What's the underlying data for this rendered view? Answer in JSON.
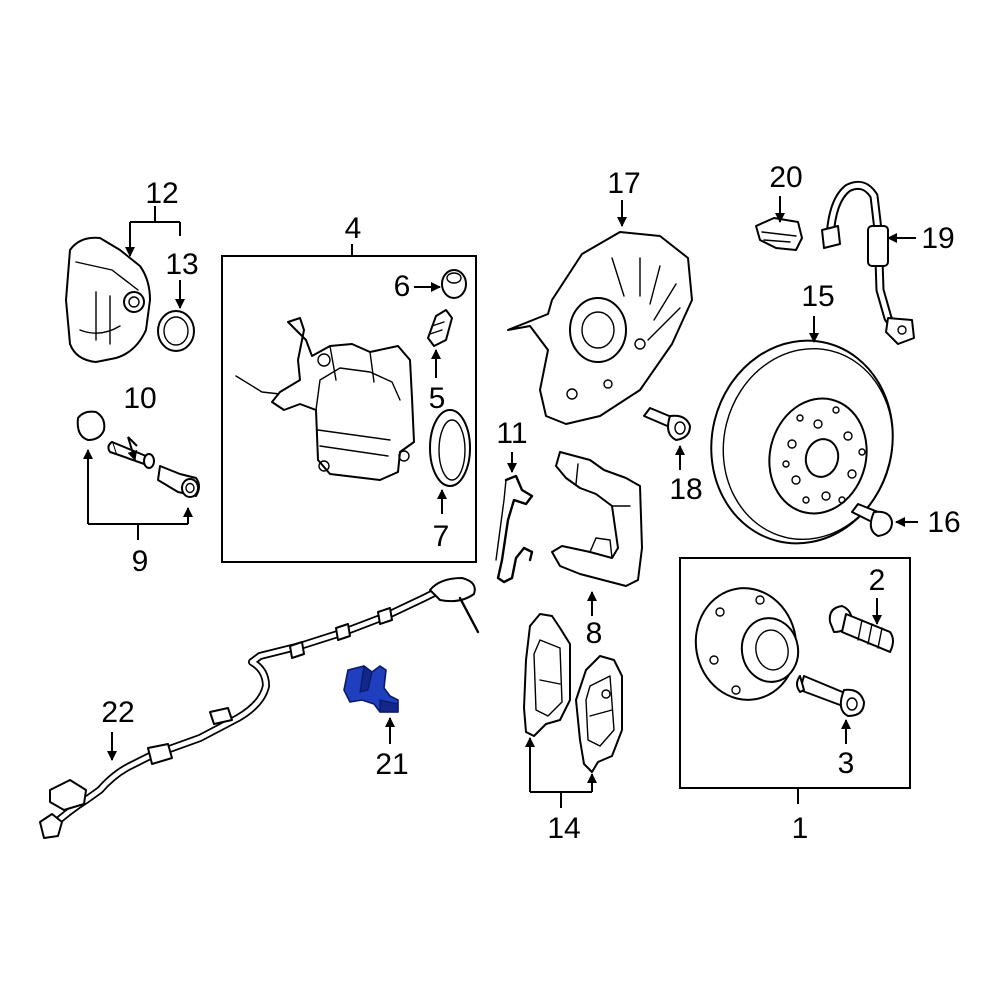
{
  "labels": {
    "c1": "1",
    "c2": "2",
    "c3": "3",
    "c4": "4",
    "c5": "5",
    "c6": "6",
    "c7": "7",
    "c8": "8",
    "c9": "9",
    "c10": "10",
    "c11": "11",
    "c12": "12",
    "c13": "13",
    "c14": "14",
    "c15": "15",
    "c16": "16",
    "c17": "17",
    "c18": "18",
    "c19": "19",
    "c20": "20",
    "c21": "21",
    "c22": "22"
  },
  "colors": {
    "highlight": "#1f3fbf",
    "line": "#000000",
    "background": "#ffffff"
  },
  "highlighted_part": "21"
}
